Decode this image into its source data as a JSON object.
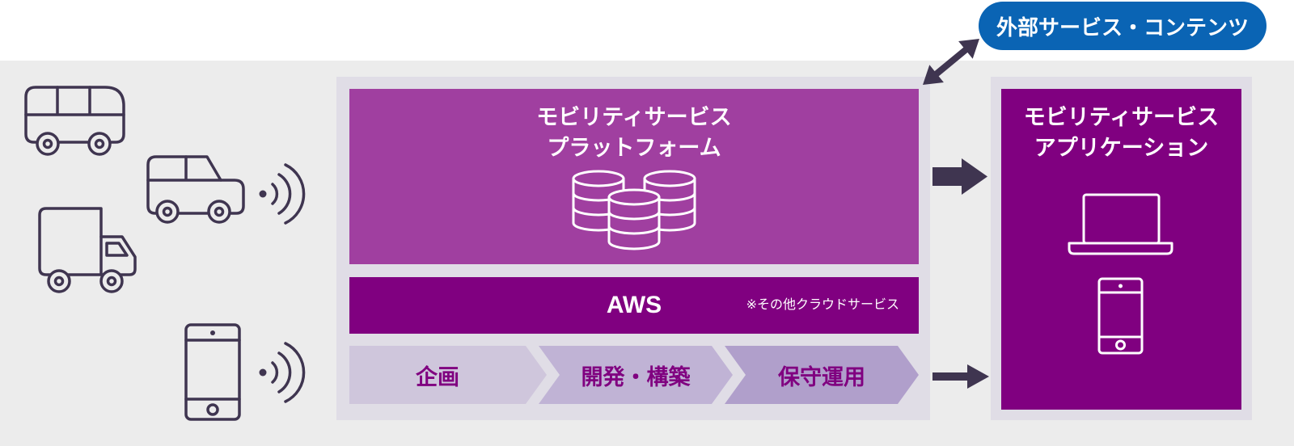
{
  "external": {
    "label": "外部サービス・コンテンツ"
  },
  "platform": {
    "title_line1": "モビリティサービス",
    "title_line2": "プラットフォーム"
  },
  "cloud": {
    "label": "AWS",
    "note": "※その他クラウドサービス"
  },
  "process": {
    "steps": [
      "企画",
      "開発・構築",
      "保守運用"
    ]
  },
  "application": {
    "title_line1": "モビリティサービス",
    "title_line2": "アプリケーション"
  },
  "icons": {
    "vehicles": [
      "bus-icon",
      "car-icon",
      "truck-icon"
    ],
    "signals": [
      "wireless-signal-icon",
      "wireless-signal-icon"
    ],
    "device_left": "smartphone-icon",
    "platform": "database-icon",
    "application": [
      "laptop-icon",
      "smartphone-icon"
    ],
    "arrows": [
      "double-arrow-icon",
      "arrow-right-icon",
      "arrow-right-icon"
    ]
  },
  "colors": {
    "band_bg": "#ececec",
    "panel_bg": "#e0dde6",
    "platform": "#a03fa0",
    "dark_purple": "#800080",
    "accent_blue": "#0a64b4",
    "icon_dark": "#3f3550",
    "step1": "#cfc6dc",
    "step2": "#c0b3d5",
    "step3": "#b09fcb"
  }
}
